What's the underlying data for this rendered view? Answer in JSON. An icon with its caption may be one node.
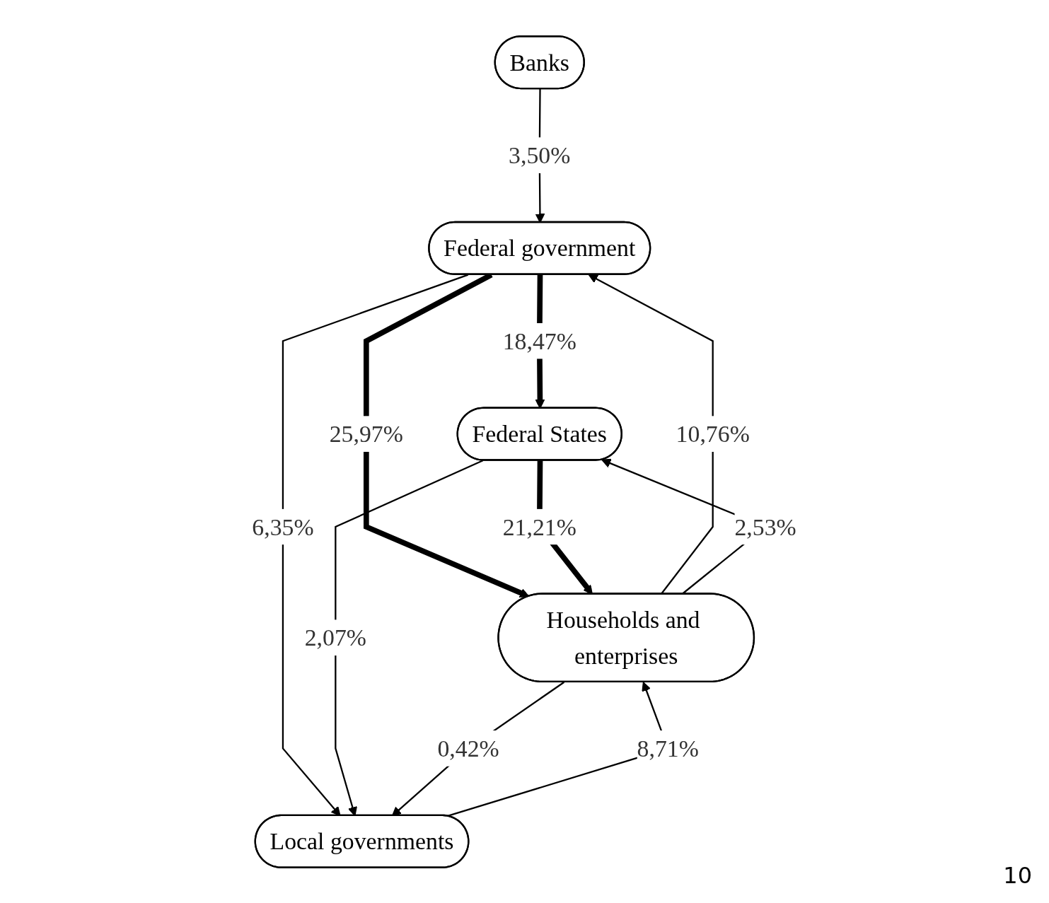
{
  "diagram": {
    "nodes": [
      {
        "text": [
          "Banks"
        ]
      },
      {
        "text": [
          "Federal government"
        ]
      },
      {
        "text": [
          "Federal States"
        ]
      },
      {
        "text": [
          "Households and enterprises"
        ]
      },
      {
        "text": [
          "Local governments"
        ]
      }
    ],
    "edges": [
      {
        "from": 0,
        "to": 1,
        "arrow": "to",
        "label": "3,50%"
      },
      {
        "from": 1,
        "to": 2,
        "arrow": "to",
        "label": "18,47%",
        "style": "thick"
      },
      {
        "from": 1,
        "to": 4,
        "arrow": "to",
        "label": "6,35%"
      },
      {
        "from": 1,
        "to": 3,
        "arrow": "to",
        "label": "25,97%",
        "style": "thick"
      },
      {
        "from": 3,
        "to": 1,
        "arrow": "to",
        "label": "10,76%"
      },
      {
        "from": 3,
        "to": 2,
        "arrow": "to",
        "label": "2,53%"
      },
      {
        "from": 2,
        "to": 3,
        "arrow": "to",
        "label": "21,21%",
        "style": "thick"
      },
      {
        "from": 2,
        "to": 4,
        "arrow": "to",
        "label": "2,07%"
      },
      {
        "from": 4,
        "to": 3,
        "arrow": "to",
        "label": "8,71%"
      },
      {
        "from": 3,
        "to": 4,
        "arrow": "to",
        "label": "0,42%"
      }
    ],
    "labels": [
      "10"
    ]
  }
}
